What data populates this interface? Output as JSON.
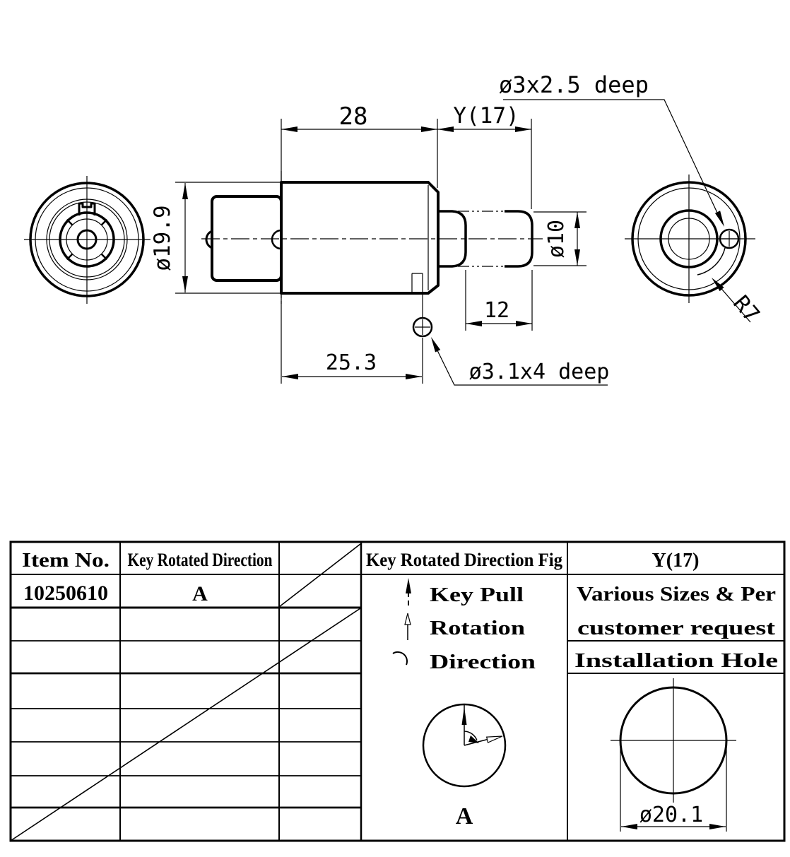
{
  "drawing": {
    "dims": {
      "body_length": "28",
      "shaft_length": "Y(17)",
      "face_diameter": "ø19.9",
      "shaft_diameter": "ø10",
      "pin_offset": "12",
      "hole_offset": "25.3",
      "rear_hole": "ø3x2.5 deep",
      "side_hole": "ø3.1x4 deep",
      "cam_radius": "R7"
    }
  },
  "table": {
    "headers": {
      "item_no": "Item No.",
      "key_rotated_direction": "Key Rotated Direction",
      "key_rotated_direction_fig": "Key Rotated Direction Fig",
      "y17": "Y(17)"
    },
    "row": {
      "item_no": "10250610",
      "key_rotated_direction": "A"
    },
    "legend": {
      "key_pull": "Key Pull",
      "rotation": "Rotation",
      "direction": "Direction"
    },
    "fig_label": "A",
    "y17_notes": {
      "line1": "Various Sizes & Per",
      "line2": "customer request",
      "subheader": "Installation Hole",
      "hole_diameter": "ø20.1"
    }
  }
}
